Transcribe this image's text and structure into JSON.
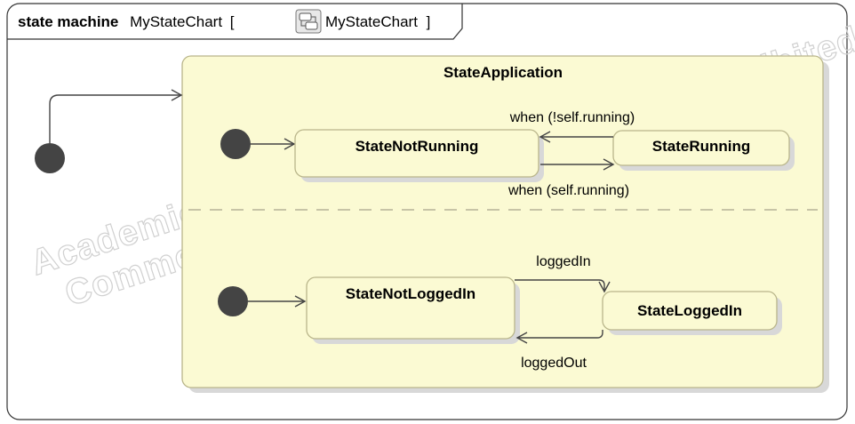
{
  "frame": {
    "kind": "state machine",
    "name": "MyStateChart",
    "bracket_open": "[",
    "bracket_close": "]",
    "reference_name": "MyStateChart",
    "reference_icon": "state-machine-icon"
  },
  "watermark": {
    "line1": "Academic Version for Teaching Only",
    "line2": "Commercial Development is Strictly Prohibited"
  },
  "composite_state": {
    "name": "StateApplication"
  },
  "states": {
    "not_running": "StateNotRunning",
    "running": "StateRunning",
    "not_logged_in": "StateNotLoggedIn",
    "logged_in": "StateLoggedIn"
  },
  "transitions": {
    "running_to_not_running": "when (!self.running)",
    "not_running_to_running": "when (self.running)",
    "not_logged_in_to_logged_in": "loggedIn",
    "logged_in_to_not_logged_in": "loggedOut"
  },
  "colors": {
    "state_fill": "#fbfad3",
    "state_border": "#b9b58a",
    "shadow": "#d8d8d8",
    "initial_node": "#444444",
    "frame_border": "#333333",
    "region_divider": "#a8a58a"
  }
}
